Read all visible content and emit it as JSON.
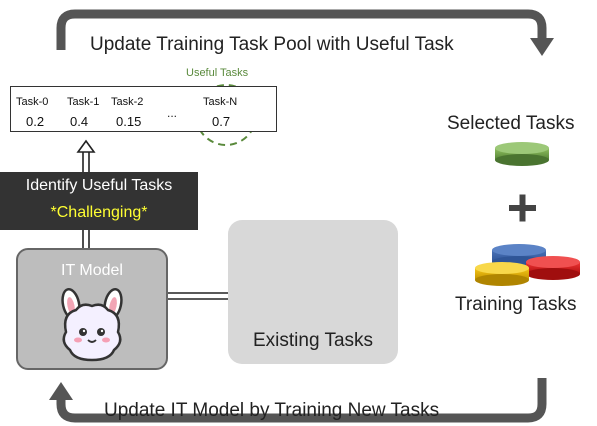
{
  "top_loop": {
    "label": "Update Training Task Pool with Useful Task"
  },
  "bottom_loop": {
    "label": "Update IT Model by Training New Tasks"
  },
  "task_table": {
    "useful_label": "Useful Tasks",
    "ellipsis": "...",
    "tasks": [
      {
        "name": "Task-0",
        "score": "0.2"
      },
      {
        "name": "Task-1",
        "score": "0.4"
      },
      {
        "name": "Task-2",
        "score": "0.15"
      },
      {
        "name": "Task-N",
        "score": "0.7"
      }
    ]
  },
  "identify": {
    "line1": "Identify Useful Tasks",
    "line2": "*Challenging*"
  },
  "model": {
    "label": "IT Model"
  },
  "existing": {
    "label": "Existing Tasks"
  },
  "selected": {
    "label": "Selected Tasks"
  },
  "plus": "+",
  "training": {
    "label": "Training Tasks"
  },
  "colors": {
    "useful_green": "#5a8a3c",
    "highlight_yellow": "#ffff33",
    "loop_arrow": "#555555"
  }
}
